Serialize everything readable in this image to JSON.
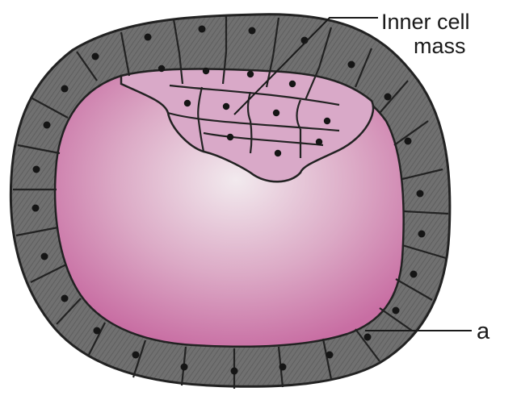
{
  "labels": {
    "inner_cell_mass_line1": "Inner cell",
    "inner_cell_mass_line2": "mass",
    "a": "a"
  },
  "colors": {
    "trophoblast_fill": "#6f6f6f",
    "cell_outline": "#2a2a2a",
    "nucleus": "#151515",
    "inner_cell_fill": "#d9a9c8",
    "cavity_center": "#f3e9ee",
    "cavity_edge": "#c56aa0",
    "background": "#ffffff"
  }
}
